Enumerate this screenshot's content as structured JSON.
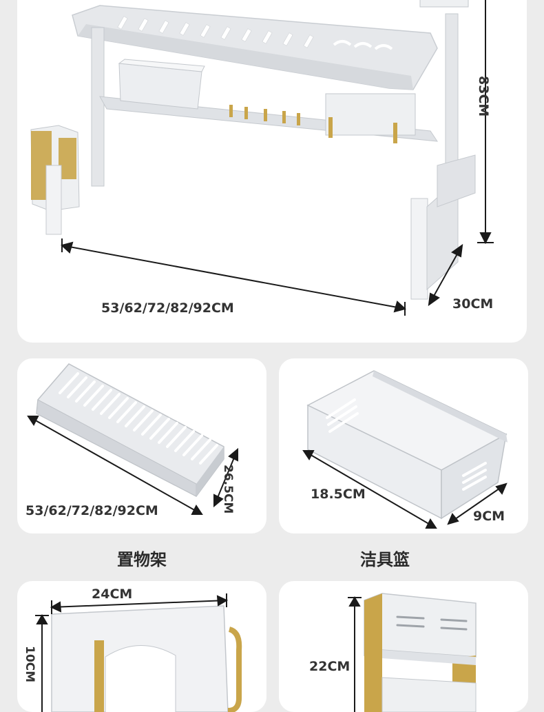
{
  "main_product": {
    "width_label": "53/62/72/82/92CM",
    "depth_label": "30CM",
    "height_label": "83CM"
  },
  "shelf_tray": {
    "length_label": "53/62/72/82/92CM",
    "depth_label": "26.5CM",
    "caption": "置物架"
  },
  "cleaning_basket": {
    "length_label": "18.5CM",
    "width_label": "9CM",
    "caption": "洁具篮"
  },
  "cutting_board_holder": {
    "width_label": "24CM",
    "height_label": "10CM"
  },
  "knife_holder": {
    "height_label": "22CM"
  },
  "colors": {
    "background": "#ececec",
    "card": "#ffffff",
    "rack": "#e9ebee",
    "gold": "#c9a54a",
    "text": "#333333"
  }
}
